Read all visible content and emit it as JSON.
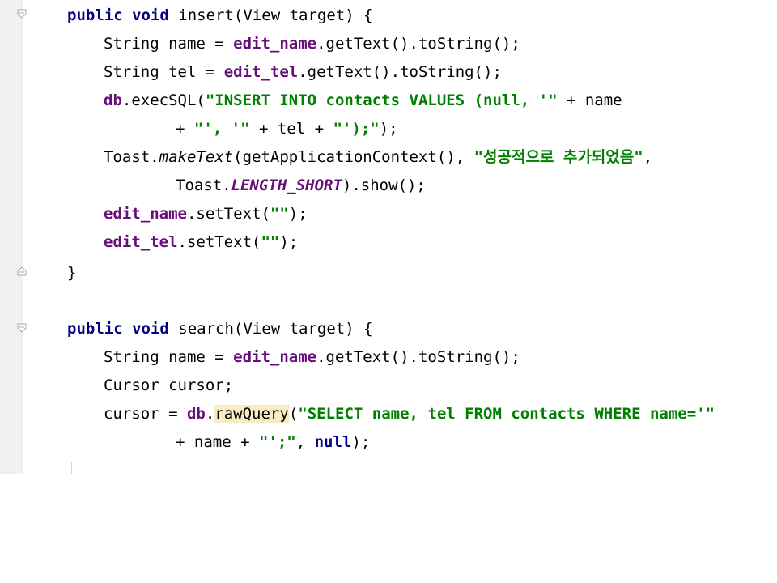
{
  "colors": {
    "keyword": "#000080",
    "field": "#660e7a",
    "string": "#008000",
    "text": "#000000",
    "gutter": "#f0f0f0",
    "highlight": "#f7ecc4"
  },
  "gutter": {
    "fold_icons": [
      "fold-open-icon",
      "fold-close-icon",
      "fold-open-icon"
    ]
  },
  "code": {
    "l1": {
      "kw1": "public",
      "kw2": "void",
      "rest": " insert(View target) {"
    },
    "l2": {
      "a": "String name = ",
      "field": "edit_name",
      "b": ".getText().toString();"
    },
    "l3": {
      "a": "String tel = ",
      "field": "edit_tel",
      "b": ".getText().toString();"
    },
    "l4": {
      "field": "db",
      "a": ".execSQL(",
      "str": "\"INSERT INTO contacts VALUES (null, '\"",
      "b": " + name"
    },
    "l5": {
      "a": "+ ",
      "str1": "\"', '\"",
      "b": " + tel + ",
      "str2": "\"');\"",
      "c": ");"
    },
    "l6": {
      "a": "Toast.",
      "method": "makeText",
      "b": "(getApplicationContext(), ",
      "str": "\"성공적으로 추가되었음\"",
      "c": ","
    },
    "l7": {
      "a": "Toast.",
      "field": "LENGTH_SHORT",
      "b": ").show();"
    },
    "l8": {
      "field": "edit_name",
      "a": ".setText(",
      "str": "\"\"",
      "b": ");"
    },
    "l9": {
      "field": "edit_tel",
      "a": ".setText(",
      "str": "\"\"",
      "b": ");"
    },
    "l10": {
      "a": "}"
    },
    "l12": {
      "kw1": "public",
      "kw2": "void",
      "rest": " search(View target) {"
    },
    "l13": {
      "a": "String name = ",
      "field": "edit_name",
      "b": ".getText().toString();"
    },
    "l14": {
      "a": "Cursor cursor;"
    },
    "l15": {
      "a": "cursor = ",
      "field": "db",
      "b": ".",
      "method": "rawQuery",
      "c": "(",
      "str": "\"SELECT name, tel FROM contacts WHERE name='\""
    },
    "l16": {
      "a": "+ name + ",
      "str": "\"';\"",
      "b": ", ",
      "kw": "null",
      "c": ");"
    }
  }
}
